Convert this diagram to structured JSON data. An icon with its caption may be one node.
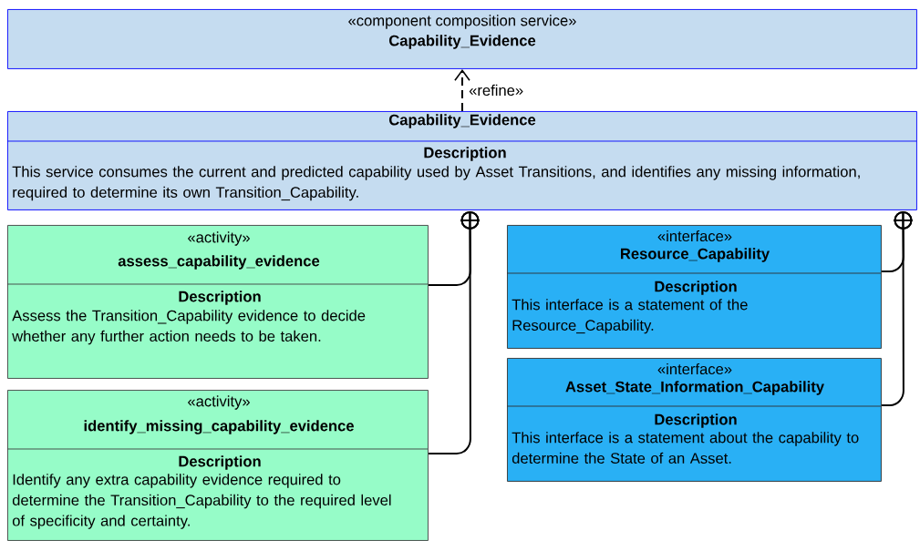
{
  "diagram": {
    "nodes": [
      {
        "text": [
          "«component composition service»",
          "Capability_Evidence"
        ]
      },
      {
        "text": [
          "Capability_Evidence",
          "Description",
          "This service consumes the current and predicted capability used by Asset Transitions, and identifies any missing information, required to determine its own Transition_Capability."
        ]
      },
      {
        "text": [
          "«activity»",
          "assess_capability_evidence",
          "Description",
          "Assess the Transition_Capability evidence to decide whether any further action needs to be taken."
        ]
      },
      {
        "text": [
          "«activity»",
          "identify_missing_capability_evidence",
          "Description",
          "Identify any extra capability evidence required to determine the Transition_Capability to the required level of specificity and certainty."
        ]
      },
      {
        "text": [
          "«interface»",
          "Resource_Capability",
          "Description",
          "This interface is a statement of the Resource_Capability."
        ]
      },
      {
        "text": [
          "«interface»",
          "Asset_State_Information_Capability",
          "Description",
          "This interface is a statement about the capability to determine the State of an Asset."
        ]
      }
    ],
    "edges": [
      {
        "from": 1,
        "to": 0,
        "arrow": "to",
        "label": "«refine»",
        "style": "dashed"
      },
      {
        "from": 2,
        "to": 1,
        "arrow": "other"
      },
      {
        "from": 3,
        "to": 1,
        "arrow": "other"
      },
      {
        "from": 4,
        "to": 1,
        "arrow": "other"
      },
      {
        "from": 5,
        "to": 1,
        "arrow": "other"
      }
    ]
  }
}
